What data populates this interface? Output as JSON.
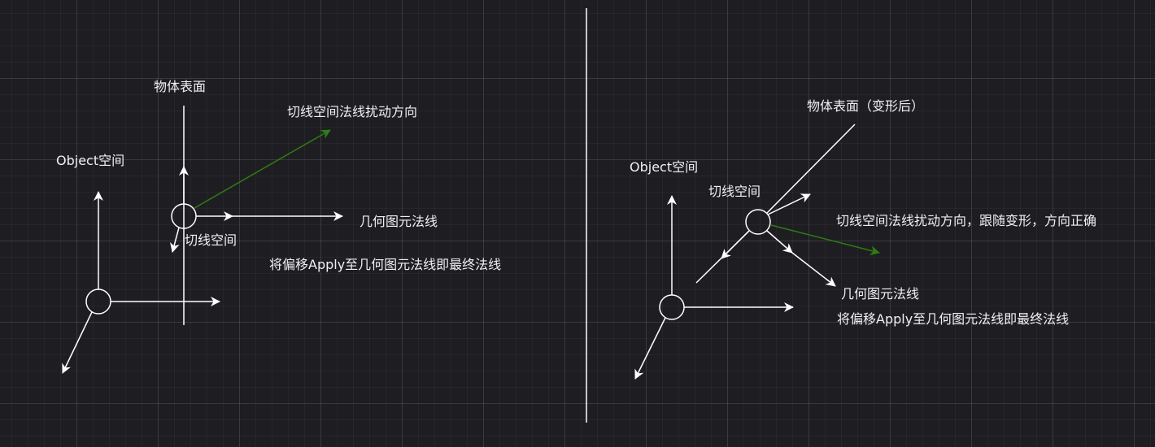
{
  "colors": {
    "background": "#1e1d22",
    "stroke": "#ffffff",
    "perturbation": "#2d7d12"
  },
  "left": {
    "surface_label": "物体表面",
    "perturb_label": "切线空间法线扰动方向",
    "object_space_label": "Object空间",
    "normal_label": "几何图元法线",
    "tangent_space_label": "切线空间",
    "apply_label": "将偏移Apply至几何图元法线即最终法线"
  },
  "right": {
    "surface_label": "物体表面（变形后）",
    "object_space_label": "Object空间",
    "tangent_space_label": "切线空间",
    "perturb_label": "切线空间法线扰动方向，跟随变形，方向正确",
    "normal_label": "几何图元法线",
    "apply_label": "将偏移Apply至几何图元法线即最终法线"
  }
}
